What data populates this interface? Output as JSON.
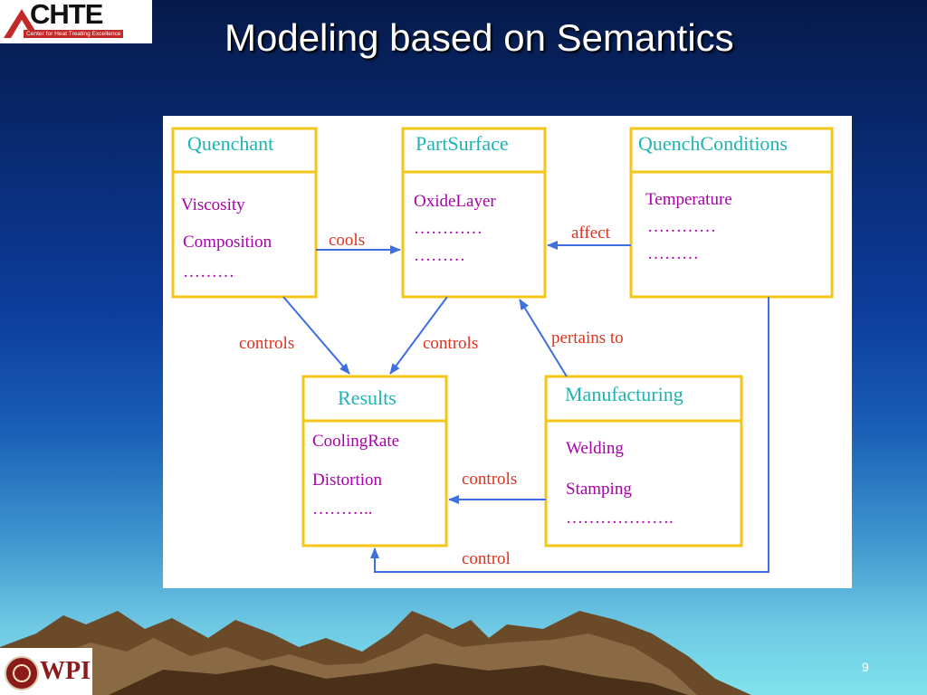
{
  "header": {
    "title": "Modeling based on Semantics",
    "logo_text": "CHTE",
    "logo_subtitle": "Center for Heat Treating Excellence"
  },
  "diagram": {
    "boxes": {
      "quenchant": {
        "name": "Quenchant",
        "attrs": [
          "Viscosity",
          "Composition",
          "………"
        ]
      },
      "partsurface": {
        "name": "PartSurface",
        "attrs": [
          "OxideLayer",
          "…………",
          "………"
        ]
      },
      "quenchconditions": {
        "name": "QuenchConditions",
        "attrs": [
          "Temperature",
          "…………",
          "………"
        ]
      },
      "results": {
        "name": "Results",
        "attrs": [
          "CoolingRate",
          "Distortion",
          "……….."
        ]
      },
      "manufacturing": {
        "name": "Manufacturing",
        "attrs": [
          "Welding",
          "Stamping",
          "………………."
        ]
      }
    },
    "relations": {
      "cools": "cools",
      "affect": "affect",
      "controls_left": "controls",
      "controls_mid": "controls",
      "pertains_to": "pertains to",
      "controls_bottom": "controls",
      "control": "control"
    },
    "colors": {
      "box_border": "#f5c518",
      "box_name": "#1fb3b3",
      "attribute": "#aa00aa",
      "relation_label": "#e0321e",
      "arrow": "#3f6ee0"
    }
  },
  "footer": {
    "logo_text": "WPI",
    "page_number": "9"
  }
}
